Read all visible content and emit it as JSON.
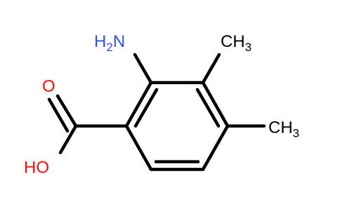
{
  "structure": {
    "colors": {
      "bond": "#000000",
      "oxygen": "#ff0d0d",
      "nitrogen": "#3050f8",
      "carbon_label": "#000000"
    },
    "labels": {
      "amino_main": "H",
      "amino_sub": "2",
      "amino_n": "N",
      "carbonyl_o": "O",
      "hydroxyl": "HO",
      "methyl_top_c": "CH",
      "methyl_top_sub": "3",
      "methyl_right_c": "CH",
      "methyl_right_sub": "3"
    }
  }
}
